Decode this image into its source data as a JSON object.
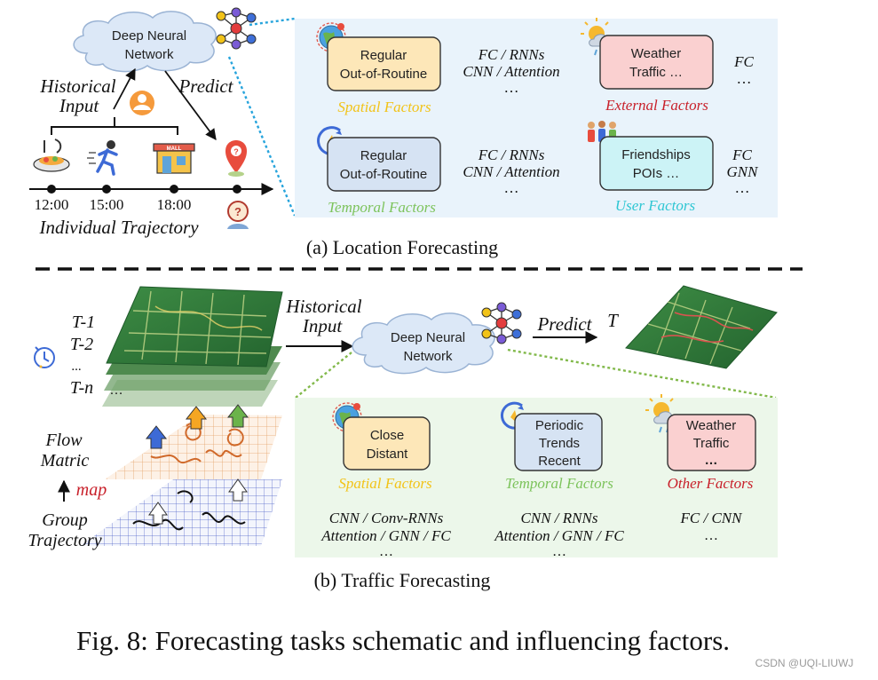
{
  "location": {
    "network": {
      "line1": "Deep Neural",
      "line2": "Network"
    },
    "historical_input": {
      "line1": "Historical",
      "line2": "Input"
    },
    "predict": "Predict",
    "times": [
      "12:00",
      "15:00",
      "18:00"
    ],
    "trajectory_label": "Individual Trajectory",
    "spatial_box": {
      "line1": "Regular",
      "line2": "Out-of-Routine"
    },
    "spatial_methods": {
      "line1": "FC / RNNs",
      "line2": "CNN / Attention",
      "line3": "…"
    },
    "spatial_label": "Spatial Factors",
    "temporal_box": {
      "line1": "Regular",
      "line2": "Out-of-Routine"
    },
    "temporal_methods": {
      "line1": "FC / RNNs",
      "line2": "CNN / Attention",
      "line3": "…"
    },
    "temporal_label": "Temporal Factors",
    "external_box": {
      "line1": "Weather",
      "line2": "Traffic …"
    },
    "external_methods": {
      "line1": "FC",
      "line2": "…"
    },
    "external_label": "External Factors",
    "user_box": {
      "line1": "Friendships",
      "line2": "POIs …"
    },
    "user_methods": {
      "line1": "FC",
      "line2": "GNN",
      "line3": "…"
    },
    "user_label": "User Factors",
    "caption": "(a) Location Forecasting",
    "mall_sign": "MALL"
  },
  "traffic": {
    "steps": [
      "T-1",
      "T-2",
      "...",
      "T-n"
    ],
    "steps_more": "…",
    "historical_input": {
      "line1": "Historical",
      "line2": "Input"
    },
    "network": {
      "line1": "Deep Neural",
      "line2": "Network"
    },
    "predict": "Predict",
    "target": "T",
    "flow_label": {
      "line1": "Flow",
      "line2": "Matric"
    },
    "map_label": "map",
    "group_label": {
      "line1": "Group",
      "line2": "Trajectory"
    },
    "spatial_box": {
      "line1": "Close",
      "line2": "Distant"
    },
    "spatial_label": "Spatial Factors",
    "spatial_methods": {
      "line1": "CNN / Conv-RNNs",
      "line2": "Attention / GNN / FC",
      "line3": "…"
    },
    "temporal_box": {
      "line1": "Periodic",
      "line2": "Trends",
      "line3": "Recent"
    },
    "temporal_label": "Temporal Factors",
    "temporal_methods": {
      "line1": "CNN / RNNs",
      "line2": "Attention / GNN / FC",
      "line3": "…"
    },
    "other_box": {
      "line1": "Weather",
      "line2": "Traffic",
      "line3": "…"
    },
    "other_label": "Other Factors",
    "other_methods": {
      "line1": "FC / CNN",
      "line2": "…"
    },
    "caption": "(b) Traffic Forecasting"
  },
  "figure_caption": "Fig. 8: Forecasting tasks schematic and influencing factors.",
  "watermark": "CSDN @UQI-LIUWJ",
  "colors": {
    "spatial": "#f2c318",
    "temporal": "#7cc35b",
    "external": "#c8202a",
    "user": "#2ec6d3",
    "panel_blue": "#e9f3fb",
    "panel_green": "#ecf7ea",
    "map_green": "#2f7a3a"
  }
}
